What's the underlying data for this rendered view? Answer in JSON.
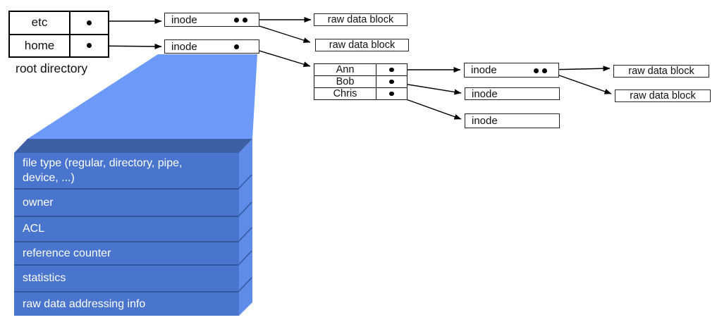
{
  "title": "filesystem directory and inode structure diagram",
  "root_directory": {
    "caption": "root directory",
    "entries": [
      {
        "name": "etc"
      },
      {
        "name": "home"
      }
    ]
  },
  "top_inodes": [
    {
      "label": "inode"
    },
    {
      "label": "inode"
    }
  ],
  "top_raw_blocks": [
    {
      "label": "raw data block"
    },
    {
      "label": "raw data block"
    }
  ],
  "user_directory": {
    "entries": [
      {
        "name": "Ann"
      },
      {
        "name": "Bob"
      },
      {
        "name": "Chris"
      }
    ]
  },
  "user_inodes": [
    {
      "label": "inode"
    },
    {
      "label": "inode"
    },
    {
      "label": "inode"
    }
  ],
  "user_raw_blocks": [
    {
      "label": "raw data block"
    },
    {
      "label": "raw data block"
    }
  ],
  "inode_detail": {
    "fields": [
      {
        "label": "file type (regular, directory, pipe, device, ...)"
      },
      {
        "label": "owner"
      },
      {
        "label": "ACL"
      },
      {
        "label": "reference counter"
      },
      {
        "label": "statistics"
      },
      {
        "label": "raw data addressing info"
      }
    ]
  },
  "colors": {
    "funnel": "#6d9afa",
    "top_face": "#3d5fa5",
    "side_face": "#5f8ce8",
    "front_face": "#4a75ce",
    "separator": "#34569c",
    "detail_text": "#ffffff",
    "line": "#000000"
  }
}
